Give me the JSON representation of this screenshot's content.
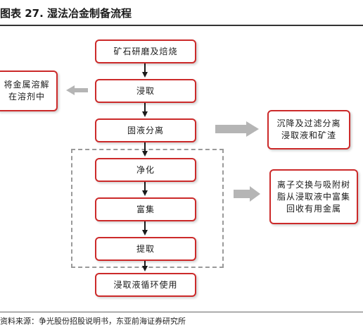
{
  "figure": {
    "title": "图表 27. 湿法冶金制备流程",
    "source": "资料来源：争光股份招股说明书，东亚前海证券研究所"
  },
  "steps": [
    "矿石研磨及焙烧",
    "浸取",
    "固液分离",
    "净化",
    "富集",
    "提取",
    "浸取液循环使用"
  ],
  "notes": {
    "left": "将金属溶解在溶剂中",
    "right_top": "沉降及过滤分离浸取液和矿渣",
    "right_bottom": "离子交换与吸附树脂从浸取液中富集回收有用金属"
  },
  "colors": {
    "box_border": "#cc2a2a",
    "arrow_dark": "#1a1a1a",
    "arrow_gray": "#b5b5b5",
    "dashed_frame": "#9a9a9a"
  }
}
